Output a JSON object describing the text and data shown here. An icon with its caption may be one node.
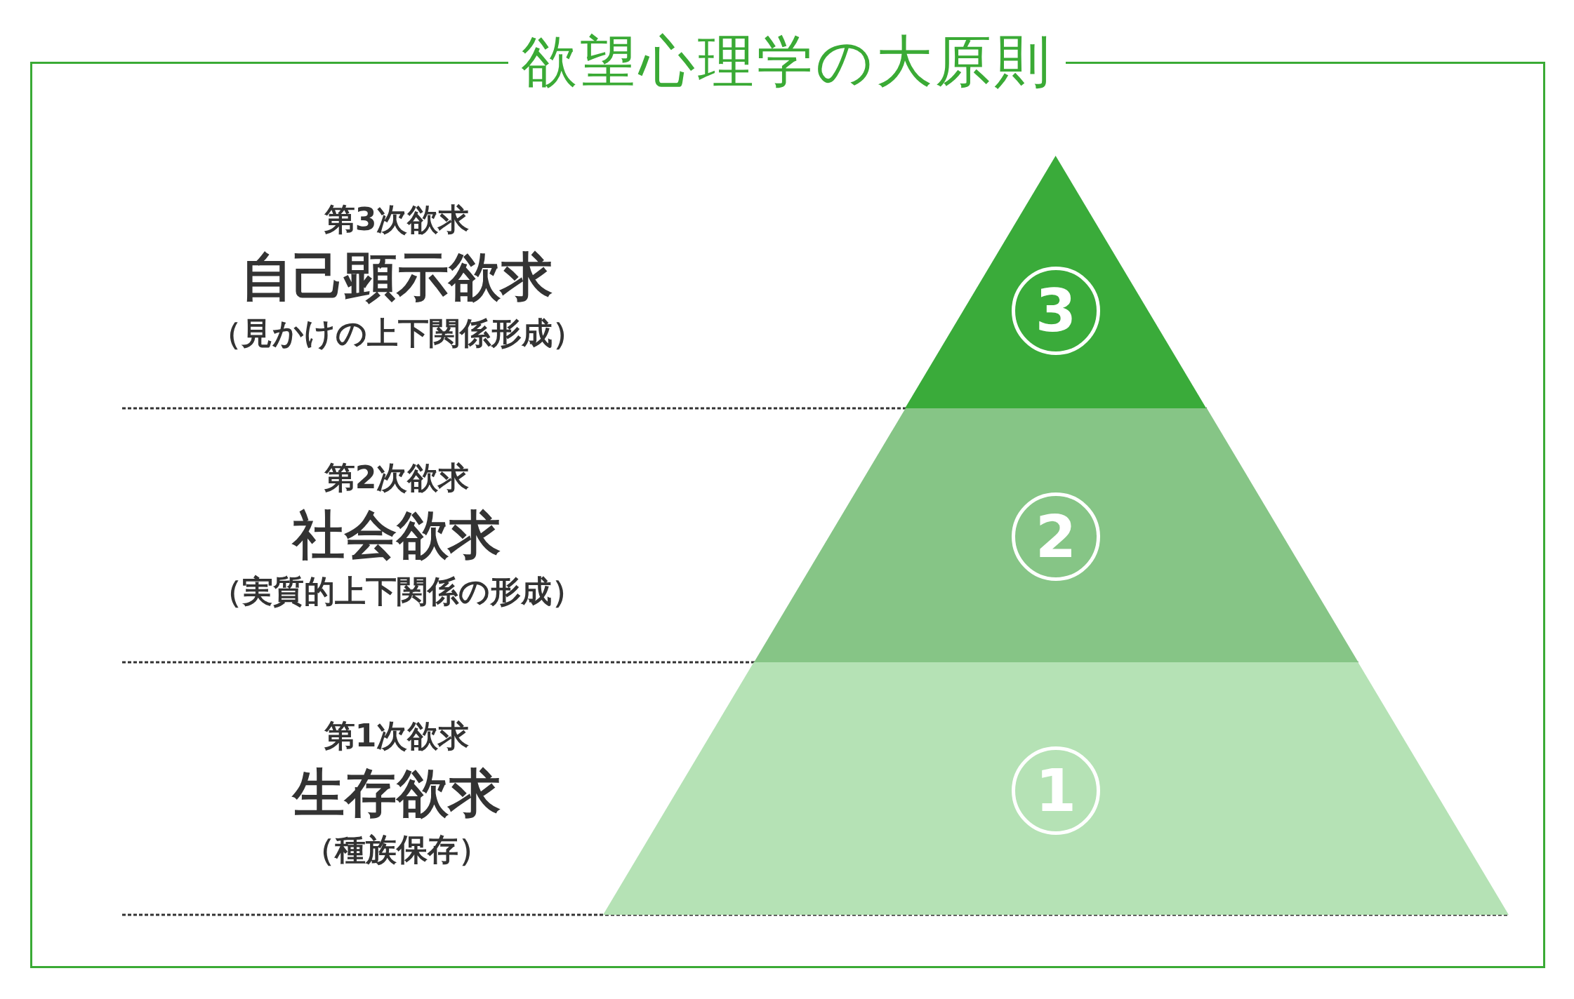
{
  "diagram": {
    "title": "欲望心理学の大原則",
    "nodes": [
      {
        "text": [
          "3"
        ]
      },
      {
        "text": [
          "2"
        ]
      },
      {
        "text": [
          "1"
        ]
      }
    ],
    "labels": [
      "第3次欲求",
      "自己顕示欲求",
      "（見かけの上下関係形成）",
      "第2次欲求",
      "社会欲求",
      "（実質的上下関係の形成）",
      "第1次欲求",
      "生存欲求",
      "（種族保存）"
    ]
  }
}
